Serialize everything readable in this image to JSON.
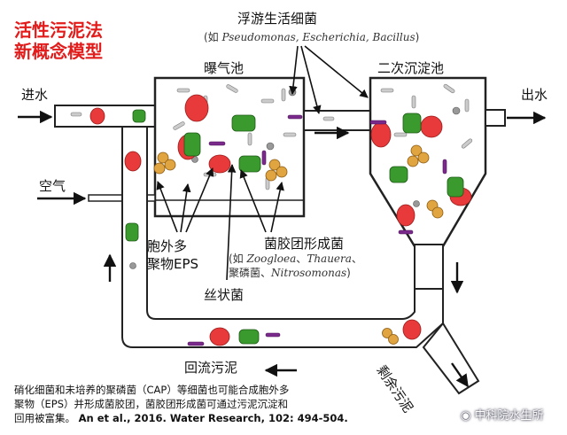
{
  "title_line1": "活性污泥法",
  "title_line2": "新概念模型",
  "labels": {
    "floating_bacteria": "浮游生活细菌",
    "floating_examples_prefix": "(如 ",
    "floating_examples_taxa": "Pseudomonas, Escherichia, Bacillus",
    "floating_examples_suffix": ")",
    "aeration_tank": "曝气池",
    "secondary_clarifier": "二次沉淀池",
    "influent": "进水",
    "effluent": "出水",
    "air": "空气",
    "eps_line1": "胞外多",
    "eps_line2": "聚物EPS",
    "floc_forming": "菌胶团形成菌",
    "floc_examples_prefix": "(如 ",
    "floc_examples_taxa1": "Zoogloea",
    "floc_examples_sep": "、",
    "floc_examples_taxa2": "Thauera",
    "floc_examples_line2a": "聚磷菌、",
    "floc_examples_taxa3": "Nitrosomonas",
    "floc_examples_suffix": ")",
    "filamentous": "丝状菌",
    "return_sludge": "回流污泥",
    "excess_sludge": "剩余污泥"
  },
  "caption": {
    "line1": "硝化细菌和未培养的聚磷菌（CAP）等细菌也可能合成胞外多",
    "line2": "聚物（EPS）并形成菌胶团，菌胶团形成菌可通过污泥沉淀和",
    "line3": "回用被富集。",
    "citation": "An et al., 2016. Water Research, 102: 494-504."
  },
  "watermark": "中科院水生所",
  "colors": {
    "title": "#e21b1b",
    "floc_red": "#e83a3a",
    "floc_green": "#3a9a2e",
    "eps_purple": "#7a2a8a",
    "pipe_outline": "#222222"
  }
}
